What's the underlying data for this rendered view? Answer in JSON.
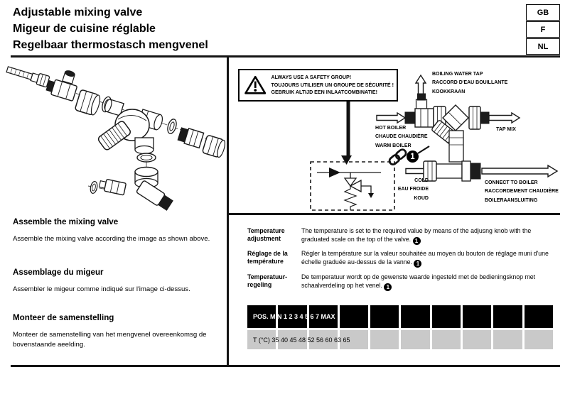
{
  "header": {
    "titles": [
      "Adjustable mixing valve",
      "Migeur de cuisine réglable",
      "Regelbaar thermostasch mengvenel"
    ],
    "language_tabs": [
      "GB",
      "F",
      "NL"
    ]
  },
  "warning": {
    "lines": [
      "ALWAYS USE A SAFETY GROUP!",
      "TOUJOURS UTILISER UN GROUPE DE SÉCURITÉ !",
      "GEBRUIK ALTIJD EEN INLAATCOMBINATIE!"
    ]
  },
  "labels": {
    "boiling": [
      "BOILING WATER TAP",
      "RACCORD D'EAU BOUILLANTE",
      "KOOKKRAAN"
    ],
    "hot": [
      "HOT BOILER",
      "CHAUDE CHAUDIÈRE",
      "WARM BOILER"
    ],
    "tap_mix": "TAP MIX",
    "cold": [
      "COLD",
      "EAU FROIDE",
      "KOUD"
    ],
    "connect": [
      "CONNECT TO BOILER",
      "RACCORDEMENT CHAUDIÈRE",
      "BOILERAANSLUITING"
    ]
  },
  "callouts": {
    "one": "1"
  },
  "assembly": [
    {
      "heading": "Assemble the mixing valve",
      "body": "Assemble the mixing valve according the image as shown above."
    },
    {
      "heading": "Assemblage du migeur",
      "body": "Assembler le migeur comme indiqué sur l'image ci-dessus."
    },
    {
      "heading": "Monteer de samenstelling",
      "body": "Monteer de samenstelling van het mengvenel overeenkomsg de bovenstaande aeelding."
    }
  ],
  "temperature": [
    {
      "label": "Temperature adjustment",
      "text": "The temperature is set to the required value by means of the adjusng knob with the graduated scale on the top of the valve."
    },
    {
      "label": "Réglage de la température",
      "text": "Régler la température sur la valeur souhaitée au moyen du bouton de réglage muni d'une échelle graduée au-dessus de la vanne."
    },
    {
      "label": "Temperatuur-regeling",
      "text": "De temperatuur wordt op de gewenste waarde ingesteld met de bedieningsknop met schaalverdeling op het venel."
    }
  ],
  "table": {
    "header_text": "POS. MIN 1 2 3 4 5 6 7 MAX",
    "row_text": "T (°C) 35 40 45 48 52 56 60 63 65",
    "positions": [
      "MIN",
      "1",
      "2",
      "3",
      "4",
      "5",
      "6",
      "7",
      "MAX"
    ],
    "temperatures_c": [
      35,
      40,
      45,
      48,
      52,
      56,
      60,
      63,
      65
    ],
    "header_bg": "#000000",
    "row_bg": "#c9c9c9"
  }
}
